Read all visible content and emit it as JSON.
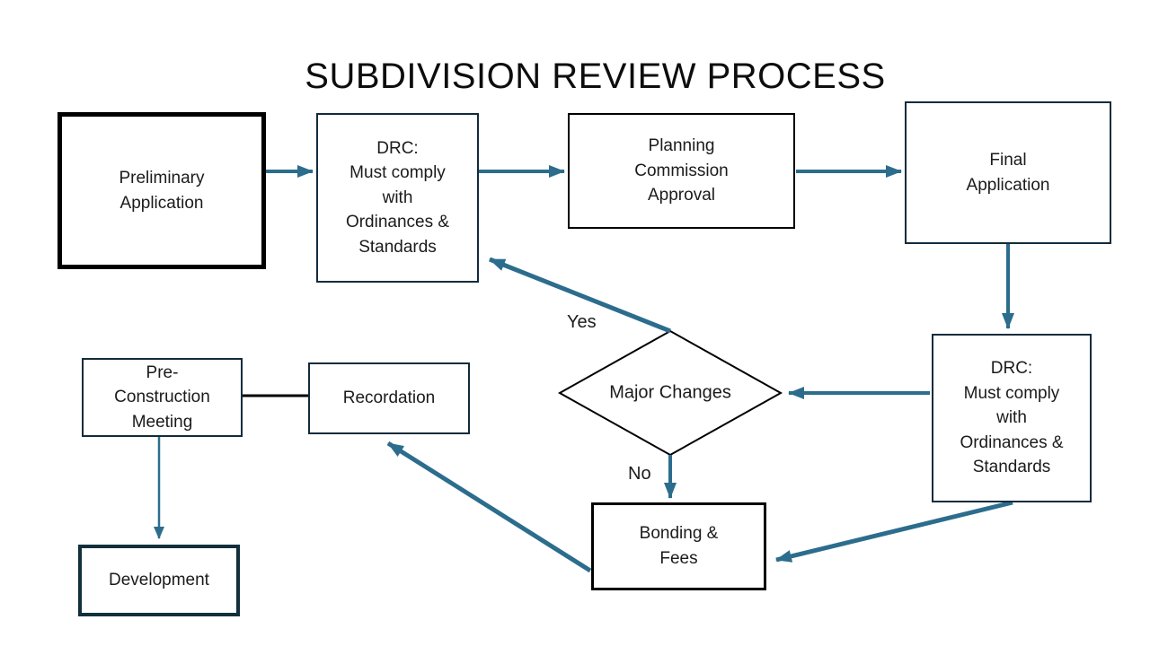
{
  "title": "SUBDIVISION REVIEW PROCESS",
  "nodes": {
    "preliminary": {
      "label": "Preliminary\nApplication"
    },
    "drc_top": {
      "label": "DRC:\nMust comply\nwith\nOrdinances &\nStandards"
    },
    "planning": {
      "label": "Planning\nCommission\nApproval"
    },
    "final": {
      "label": "Final\nApplication"
    },
    "drc_right": {
      "label": "DRC:\nMust comply\nwith\nOrdinances &\nStandards"
    },
    "major_changes": {
      "label": "Major Changes"
    },
    "bonding": {
      "label": "Bonding &\nFees"
    },
    "recordation": {
      "label": "Recordation"
    },
    "pre_construction": {
      "label": "Pre-\nConstruction\nMeeting"
    },
    "development": {
      "label": "Development"
    }
  },
  "edge_labels": {
    "yes": "Yes",
    "no": "No"
  },
  "colors": {
    "arrow": "#2c6d8d",
    "box_border_dark": "#122b3c",
    "box_border_black": "#000000",
    "background": "#ffffff"
  }
}
